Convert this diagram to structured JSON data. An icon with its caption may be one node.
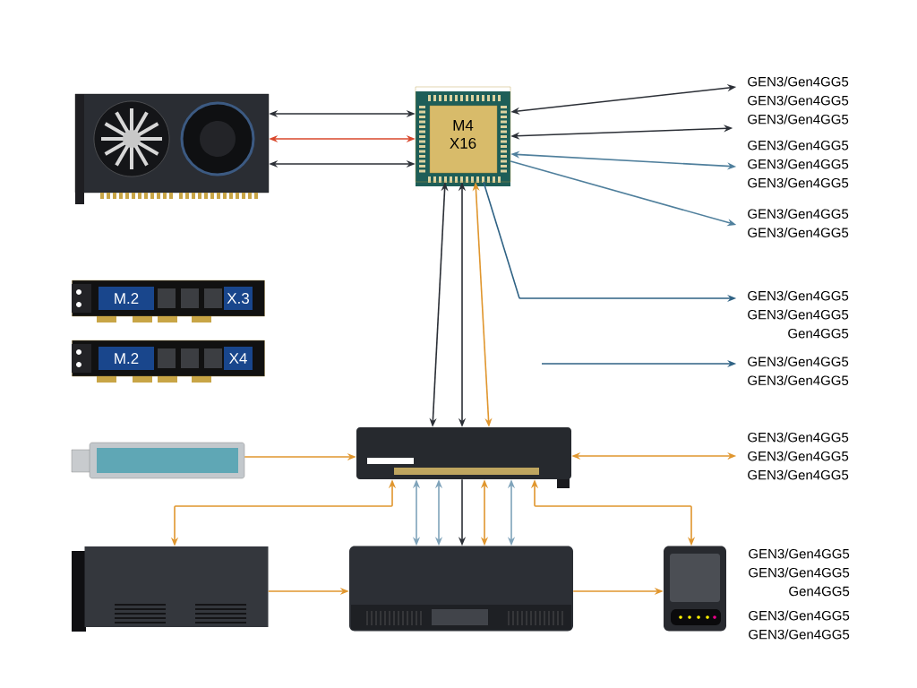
{
  "diagram": {
    "nodes": [
      {
        "text": [],
        "shape": "picture"
      },
      {
        "text": [
          "M4 X16"
        ]
      },
      {
        "text": [
          "M.2",
          "X.3"
        ]
      },
      {
        "text": [
          "M.2",
          "X4"
        ]
      },
      {
        "text": [],
        "shape": "picture"
      },
      {
        "text": [],
        "shape": "picture"
      },
      {
        "text": [],
        "shape": "picture"
      },
      {
        "text": [],
        "shape": "picture"
      },
      {
        "text": [],
        "shape": "picture"
      },
      {
        "text": [
          "GEN3/Gen4GG5",
          "GEN3/Gen4GG5",
          "GEN3/Gen4GG5"
        ]
      },
      {
        "text": [
          "GEN3/Gen4GG5",
          "GEN3/Gen4GG5",
          "GEN3/Gen4GG5"
        ]
      },
      {
        "text": [
          "GEN3/Gen4GG5",
          "GEN3/Gen4GG5"
        ]
      },
      {
        "text": [
          "GEN3/Gen4GG5",
          "GEN3/Gen4GG5",
          "Gen4GG5"
        ]
      },
      {
        "text": [
          "GEN3/Gen4GG5",
          "GEN3/Gen4GG5"
        ]
      },
      {
        "text": [
          "GEN3/Gen4GG5",
          "GEN3/Gen4GG5",
          "GEN3/Gen4GG5"
        ]
      }
    ],
    "edges": [
      {
        "from": 0,
        "to": 1,
        "arrow": "both",
        "color": "#2b2f36"
      },
      {
        "from": 0,
        "to": 1,
        "arrow": "both",
        "color": "#d9472b"
      },
      {
        "from": 0,
        "to": 1,
        "arrow": "both",
        "color": "#2b2f36"
      },
      {
        "from": 1,
        "to": 9,
        "arrow": "both",
        "color": "#2b2f36"
      },
      {
        "from": 1,
        "to": 9,
        "arrow": "both",
        "color": "#2b2f36"
      },
      {
        "from": 1,
        "to": 10,
        "arrow": "both",
        "color": "#4f7f9c"
      },
      {
        "from": 1,
        "to": 11,
        "arrow": "to",
        "color": "#4f7f9c"
      },
      {
        "from": 1,
        "to": 12,
        "arrow": "to",
        "color": "#2f6284"
      },
      {
        "from": null,
        "to": 13,
        "arrow": "to",
        "color": "#2f6284"
      },
      {
        "from": 1,
        "to": 5,
        "arrow": "both",
        "color": "#2b2f36"
      },
      {
        "from": 1,
        "to": 5,
        "arrow": "both",
        "color": "#2b2f36"
      },
      {
        "from": 1,
        "to": 5,
        "arrow": "both"
      },
      {
        "from": 4,
        "to": 5,
        "arrow": "to"
      },
      {
        "from": 5,
        "to": 14,
        "arrow": "both"
      },
      {
        "from": 5,
        "to": 6,
        "arrow": "both"
      },
      {
        "from": 5,
        "to": 7,
        "arrow": "both",
        "color": "#7fa3ba"
      },
      {
        "from": 5,
        "to": 7,
        "arrow": "both",
        "color": "#7fa3ba"
      },
      {
        "from": 5,
        "to": 7,
        "arrow": "to",
        "color": "#2b2f36"
      },
      {
        "from": 5,
        "to": 7,
        "arrow": "both"
      },
      {
        "from": 5,
        "to": 7,
        "arrow": "both",
        "color": "#7fa3ba"
      },
      {
        "from": 5,
        "to": 8,
        "arrow": "both"
      },
      {
        "from": 6,
        "to": 7,
        "arrow": "to"
      },
      {
        "from": 7,
        "to": 8,
        "arrow": "to"
      }
    ],
    "labels": [
      "GEN3/Gen4GG5",
      "GEN3/Gen4GG5",
      "Gen4GG5",
      "GEN3/Gen4GG5",
      "GEN3/Gen4GG5"
    ]
  }
}
